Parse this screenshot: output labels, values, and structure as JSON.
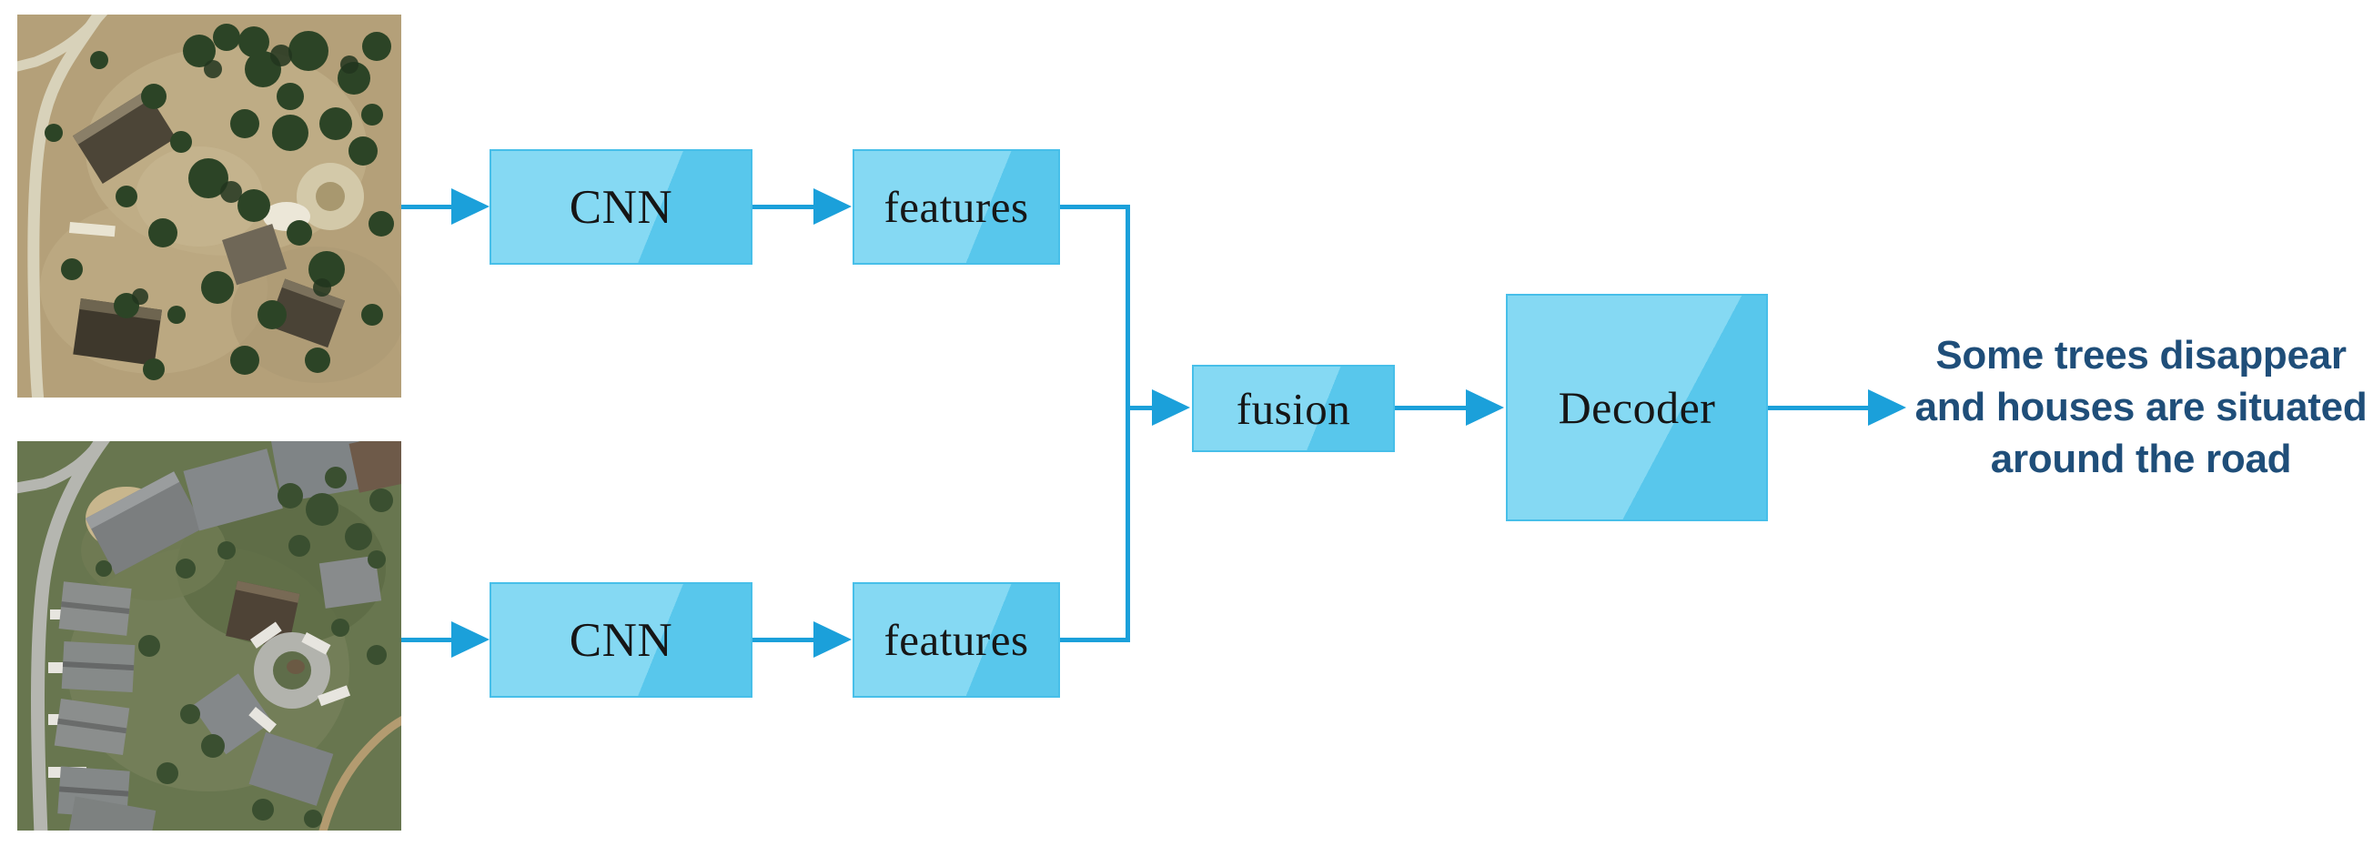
{
  "figure": {
    "boxes": {
      "cnn_top": "CNN",
      "features_top": "features",
      "cnn_bottom": "CNN",
      "features_bottom": "features",
      "fusion": "fusion",
      "decoder": "Decoder"
    },
    "caption": {
      "lines": [
        "Some trees disappear",
        "and houses are situated",
        "around the road"
      ]
    },
    "colors": {
      "box_fill_light": "#85D9F3",
      "box_fill_dark": "#58C7EC",
      "box_border": "#47BFE9",
      "arrow": "#1BA0DA",
      "caption_text": "#1F4E79",
      "label_text": "#161616"
    }
  }
}
